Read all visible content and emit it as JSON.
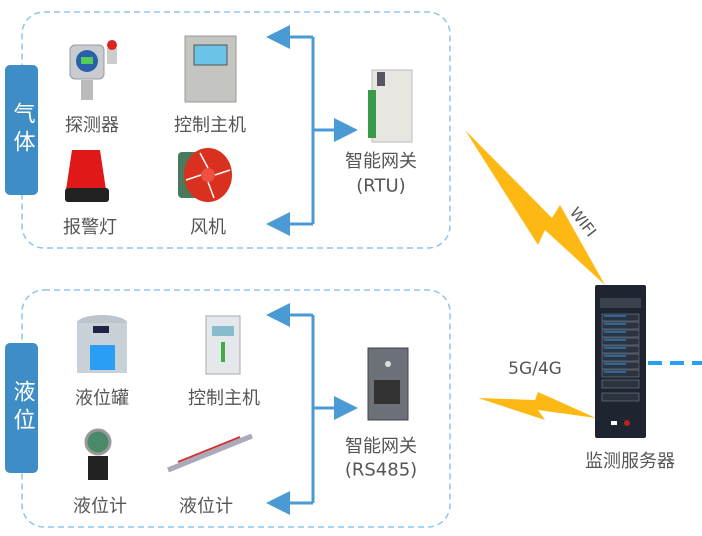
{
  "gas_group": {
    "tab_label": "气体",
    "devices": [
      "探测器",
      "控制主机",
      "报警灯",
      "风机"
    ],
    "gateway": {
      "name": "智能网关",
      "protocol": "(RTU)"
    }
  },
  "level_group": {
    "tab_label": "液位",
    "devices": [
      "液位罐",
      "控制主机",
      "液位计",
      "液位计"
    ],
    "gateway": {
      "name": "智能网关",
      "protocol": "(RS485)"
    }
  },
  "links": {
    "wifi": "WIFI",
    "cellular": "5G/4G"
  },
  "server": {
    "label": "监测服务器"
  },
  "colors": {
    "border": "#8ec5ea",
    "tab": "#3f8dc6",
    "arrow": "#4a9ad4",
    "lightning": "#fdb813",
    "server": "#1e2430"
  }
}
